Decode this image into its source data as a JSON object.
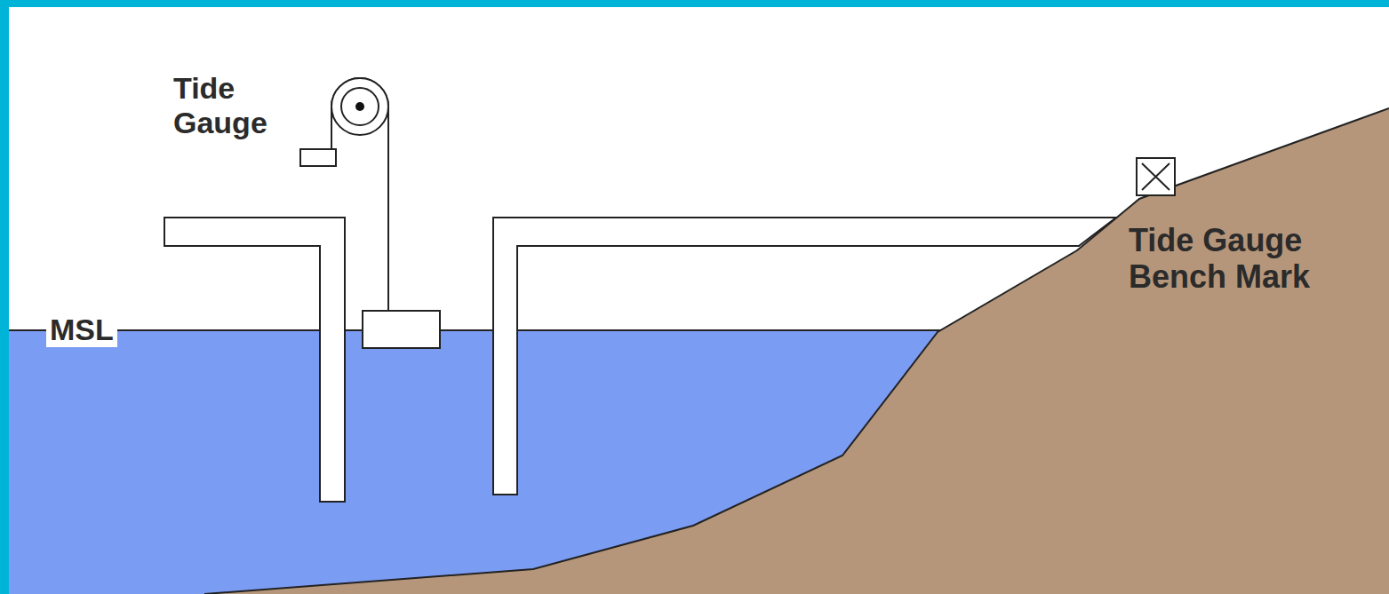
{
  "diagram": {
    "labels": [
      "Tide Gauge",
      "MSL",
      "Tide Gauge Bench Mark"
    ]
  }
}
